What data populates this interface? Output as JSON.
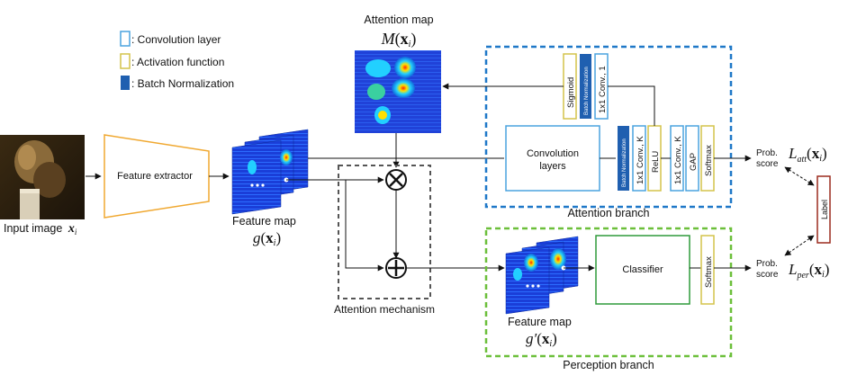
{
  "legend": {
    "conv": ": Convolution layer",
    "act": ": Activation function",
    "bn": ": Batch Normalization"
  },
  "input": {
    "label": "Input image",
    "var": "x",
    "sub": "i"
  },
  "extractor": {
    "label": "Feature extractor"
  },
  "feature_map": {
    "label": "Feature map",
    "fn": "g",
    "var": "x",
    "sub": "i"
  },
  "attention_map": {
    "label": "Attention map",
    "fn": "M",
    "var": "x",
    "sub": "i"
  },
  "attention_branch": {
    "title": "Attention branch",
    "conv_layers": [
      "Convolution",
      "layers"
    ],
    "bn_label": "Batch Normalization",
    "conv_k": "1x1 Conv., K",
    "relu": "ReLU",
    "conv_k2": "1x1 Conv., K",
    "gap": "GAP",
    "softmax": "Softmax",
    "sigmoid": "Sigmoid",
    "conv_1": "1x1 Conv., 1",
    "prob": [
      "Prob.",
      "score"
    ],
    "loss": {
      "sym": "L",
      "sub": "att",
      "var": "x",
      "vsub": "i"
    }
  },
  "attention_mechanism": {
    "title": "Attention mechanism"
  },
  "perception_branch": {
    "title": "Perception branch",
    "feature_map_label": "Feature map",
    "fn": "g′",
    "var": "x",
    "sub": "i",
    "classifier": "Classifier",
    "softmax": "Softmax",
    "prob": [
      "Prob.",
      "score"
    ],
    "loss": {
      "sym": "L",
      "sub": "per",
      "var": "x",
      "vsub": "i"
    }
  },
  "label_box": "Label",
  "colors": {
    "conv": "#4aa3df",
    "act": "#d4c34a",
    "bn": "#1f5fb0",
    "extractor": "#f0a830",
    "att_branch": "#1f78c8",
    "perc_branch": "#6cbf3a",
    "mech": "#555555",
    "classifier": "#2e9a3a",
    "label_box": "#9b2b1e"
  }
}
